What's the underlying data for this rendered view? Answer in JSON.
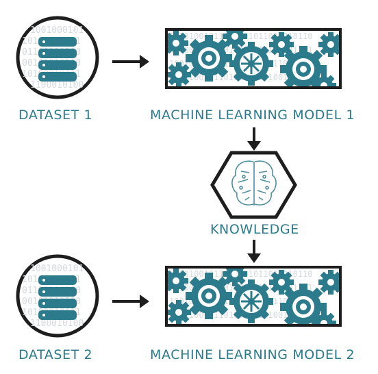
{
  "diagram": {
    "labels": {
      "dataset_1": "DATASET 1",
      "model_1": "MACHINE LEARNING MODEL 1",
      "knowledge": "KNOWLEDGE",
      "dataset_2": "DATASET 2",
      "model_2": "MACHINE LEARNING MODEL 2"
    },
    "colors": {
      "teal": "#2b7b8c",
      "outline": "#1e1e1e",
      "binary_text": "#d5d9dc"
    },
    "icons": {
      "dataset": "database-stack-icon",
      "model": "gears-icon",
      "knowledge": "brain-icon",
      "arrow": "arrow-icon"
    }
  }
}
